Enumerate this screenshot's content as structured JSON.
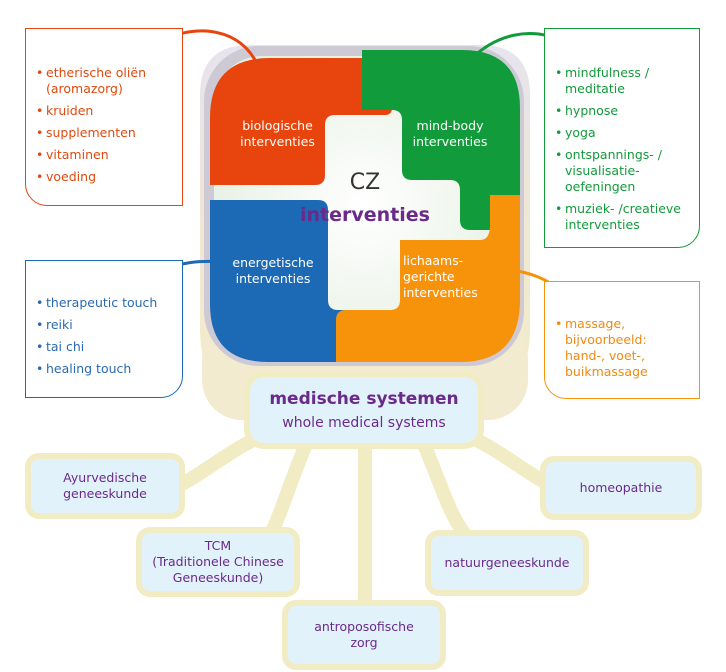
{
  "center": {
    "title": "CZ",
    "subtitle": "interventies"
  },
  "quadrants": {
    "biological": {
      "line1": "biologische",
      "line2": "interventies",
      "color": "#e8450e"
    },
    "mind_body": {
      "line1": "mind-body",
      "line2": "interventies",
      "color": "#129b3a"
    },
    "energetic": {
      "line1": "energetische",
      "line2": "interventies",
      "color": "#1c69b5"
    },
    "body": {
      "line1": "lichaams-",
      "line2": "gerichte",
      "line3": "interventies",
      "color": "#f6930a"
    }
  },
  "boxes": {
    "biological_items": [
      {
        "l1": "etherische oliën",
        "l2": "(aromazorg)"
      },
      {
        "l1": "kruiden"
      },
      {
        "l1": "supplementen"
      },
      {
        "l1": "vitaminen"
      },
      {
        "l1": "voeding"
      }
    ],
    "mind_body_items": [
      {
        "l1": "mindfulness /",
        "l2": "meditatie"
      },
      {
        "l1": "hypnose"
      },
      {
        "l1": "yoga"
      },
      {
        "l1": "ontspannings- /",
        "l2": "visualisatie-",
        "l3": "oefeningen"
      },
      {
        "l1": "muziek- /creatieve",
        "l2": "interventies"
      }
    ],
    "energetic_items": [
      {
        "l1": "therapeutic touch"
      },
      {
        "l1": "reiki"
      },
      {
        "l1": "tai chi"
      },
      {
        "l1": "healing touch"
      }
    ],
    "body_items": [
      {
        "l1": "massage,",
        "l2": "bijvoorbeeld:",
        "l3": "hand-, voet-,",
        "l4": "buikmassage"
      }
    ]
  },
  "medical_systems": {
    "title": "medische systemen",
    "subtitle": "whole medical systems",
    "items": {
      "ayurveda": {
        "l1": "Ayurvedische",
        "l2": "geneeskunde"
      },
      "tcm": {
        "l1": "TCM",
        "l2": "(Traditionele Chinese",
        "l3": "Geneeskunde)"
      },
      "anthroposophic": {
        "l1": "antroposofische",
        "l2": "zorg"
      },
      "naturopathy": {
        "l1": "natuurgeneeskunde"
      },
      "homeopathy": {
        "l1": "homeopathie"
      }
    }
  },
  "colors": {
    "red": "#e8450e",
    "green": "#129b3a",
    "blue": "#1c69b5",
    "orange": "#f6930a",
    "purple": "#6a2a8a",
    "pale_yellow": "#f1ecc4",
    "light_blue": "#e2f2fb"
  }
}
